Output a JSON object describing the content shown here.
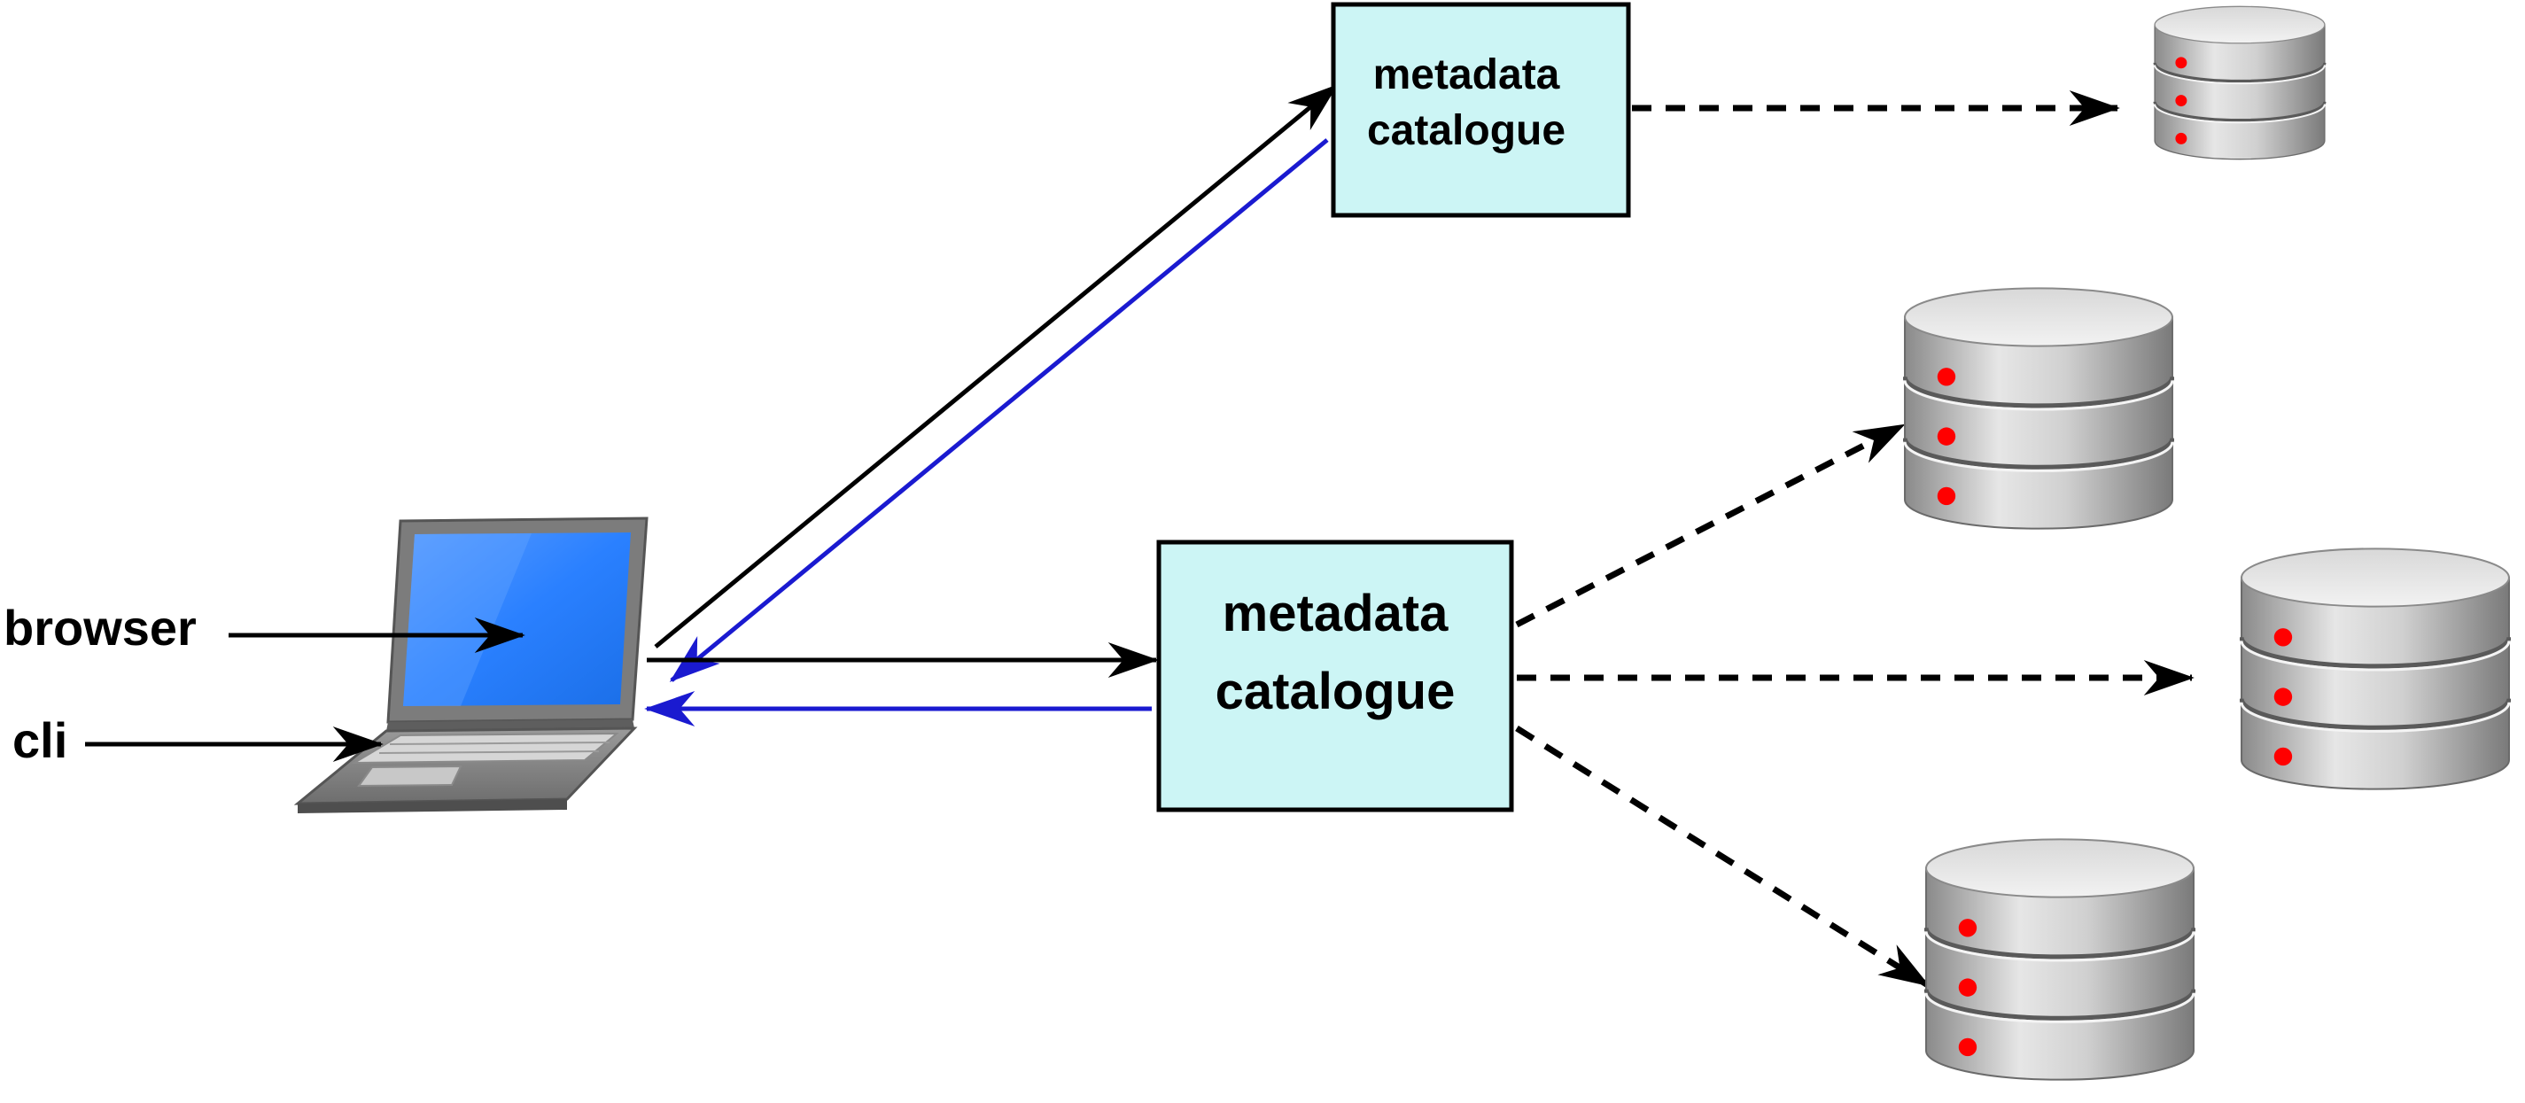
{
  "client": {
    "device_icon": "laptop-icon",
    "inputs": [
      {
        "label": "browser"
      },
      {
        "label": "cli"
      }
    ]
  },
  "catalogues": [
    {
      "line1": "metadata",
      "line2": "catalogue"
    },
    {
      "line1": "metadata",
      "line2": "catalogue"
    }
  ],
  "storage": {
    "icon": "database-icon",
    "count": 4
  },
  "colors": {
    "catalogue_fill": "#ccf5f5",
    "request_arrow": "#000000",
    "response_arrow": "#1a1ad0",
    "screen": "#2a80ff",
    "status_light": "#ff0000"
  }
}
